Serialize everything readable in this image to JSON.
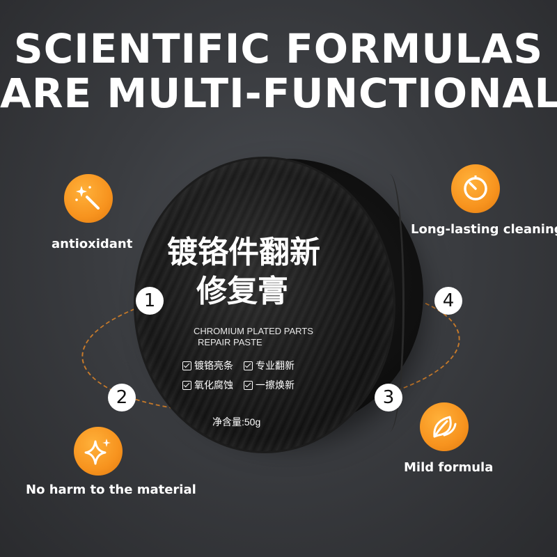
{
  "headline": {
    "line1": "SCIENTIFIC FORMULAS",
    "line2": "ARE MULTI-FUNCTIONAL"
  },
  "product": {
    "title_line1": "镀铬件翻新",
    "title_line2": "修复膏",
    "en_line1": "CHROMIUM PLATED PARTS",
    "en_line2": "REPAIR PASTE",
    "checks": [
      "镀铬亮条",
      "专业翻新",
      "氧化腐蚀",
      "一擦焕新"
    ],
    "net_weight": "净含量:50g"
  },
  "markers": [
    "1",
    "2",
    "3",
    "4"
  ],
  "features": {
    "antioxidant": {
      "label": "antioxidant",
      "icon": "magic-wand-icon"
    },
    "no_harm": {
      "label": "No harm to the material",
      "icon": "sparkle-icon"
    },
    "long_lasting": {
      "label": "Long-lasting cleaning",
      "icon": "timer-icon"
    },
    "mild": {
      "label": "Mild formula",
      "icon": "leaf-icon"
    }
  },
  "colors": {
    "accent": "#f7931e",
    "orbit": "#c77a2a",
    "background": "#3a3c40"
  }
}
